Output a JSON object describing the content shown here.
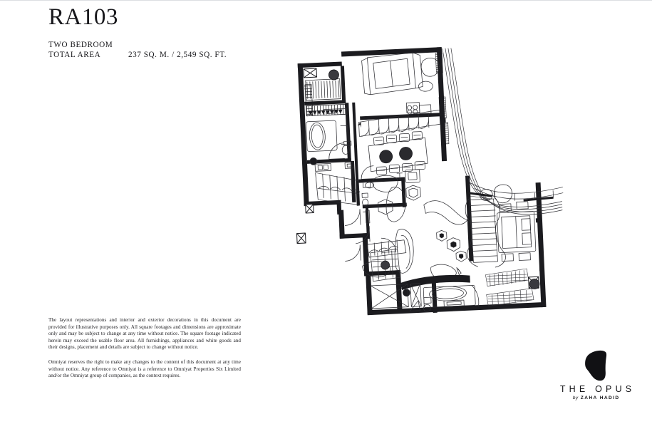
{
  "page": {
    "background_color": "#ffffff",
    "ink_color": "#17171b"
  },
  "header": {
    "unit_code": "RA103",
    "bedroom_type": "TWO BEDROOM",
    "area_label": "TOTAL AREA",
    "area_value": "237 SQ. M. / 2,549 SQ. FT."
  },
  "disclaimer": {
    "paragraph_1": "The layout representations and interior and exterior decorations in this document are provided for illustrative purposes only. All square footages and dimensions are approximate only and may be subject to change at any time without notice. The square footage indicated herein may exceed the usable floor area. All furnishings, appliances and white goods and their designs, placement and details are subject to change without notice.",
    "paragraph_2": "Omniyat reserves the right to make any changes to the content of this document at any time without notice. Any reference to Omniyat is a reference to Omniyat Properties Six Limited and/or the Omniyat group of companies, as the context requires."
  },
  "logo": {
    "mark": "opus-blob-mark",
    "name": "THE OPUS",
    "by_word": "by",
    "architect": "ZAHA HADID",
    "color": "#111114"
  },
  "floorplan": {
    "name": "ra103-floor-plan",
    "rotation_deg": -2.5,
    "wall_color": "#1b1b1f",
    "furniture_stroke": "#2e2e33",
    "description": "Two-bedroom apartment plan: entry hall, guest bath, master bath with tub, walk-in wardrobes, kitchen, dining area, living area with curved balcony, master bedroom and second bedroom.",
    "rooms": [
      {
        "name": "master-bathroom",
        "fixtures": [
          "bathtub",
          "double-vanity",
          "wc"
        ]
      },
      {
        "name": "master-wardrobe",
        "fixtures": [
          "hanging-rails"
        ]
      },
      {
        "name": "master-bedroom",
        "fixtures": [
          "bed",
          "nightstands",
          "bench"
        ]
      },
      {
        "name": "kitchen",
        "fixtures": [
          "counter-run",
          "sink",
          "hob"
        ]
      },
      {
        "name": "dining",
        "fixtures": [
          "dining-table",
          "eight-chairs",
          "centerpieces"
        ]
      },
      {
        "name": "living",
        "fixtures": [
          "sofa",
          "armchairs",
          "coffee-table",
          "side-tables"
        ]
      },
      {
        "name": "second-bedroom",
        "fixtures": [
          "bed",
          "nightstands",
          "wardrobe"
        ]
      },
      {
        "name": "guest-bathroom",
        "fixtures": [
          "bathtub",
          "vanity",
          "wc"
        ]
      },
      {
        "name": "entry-hall",
        "fixtures": [
          "door-swing"
        ]
      },
      {
        "name": "balcony",
        "fixtures": [
          "curved-railing"
        ]
      },
      {
        "name": "service-shaft",
        "fixtures": [
          "riser-x-box"
        ]
      }
    ]
  }
}
